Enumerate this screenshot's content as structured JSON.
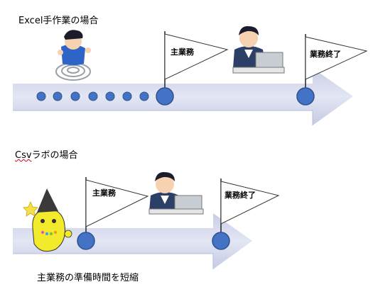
{
  "excel_section": {
    "title": "Excel手作業の場合",
    "flag_main": "主業務",
    "flag_end": "業務終了"
  },
  "csv_section": {
    "title_prefix": "Csv",
    "title_suffix": "ラボの場合",
    "flag_main": "主業務",
    "flag_end": "業務終了",
    "caption": "主業務の準備時間を短縮"
  },
  "colors": {
    "arrow_fill": "#d7dbed",
    "node_fill": "#4472c4",
    "node_stroke": "#2f528f"
  }
}
